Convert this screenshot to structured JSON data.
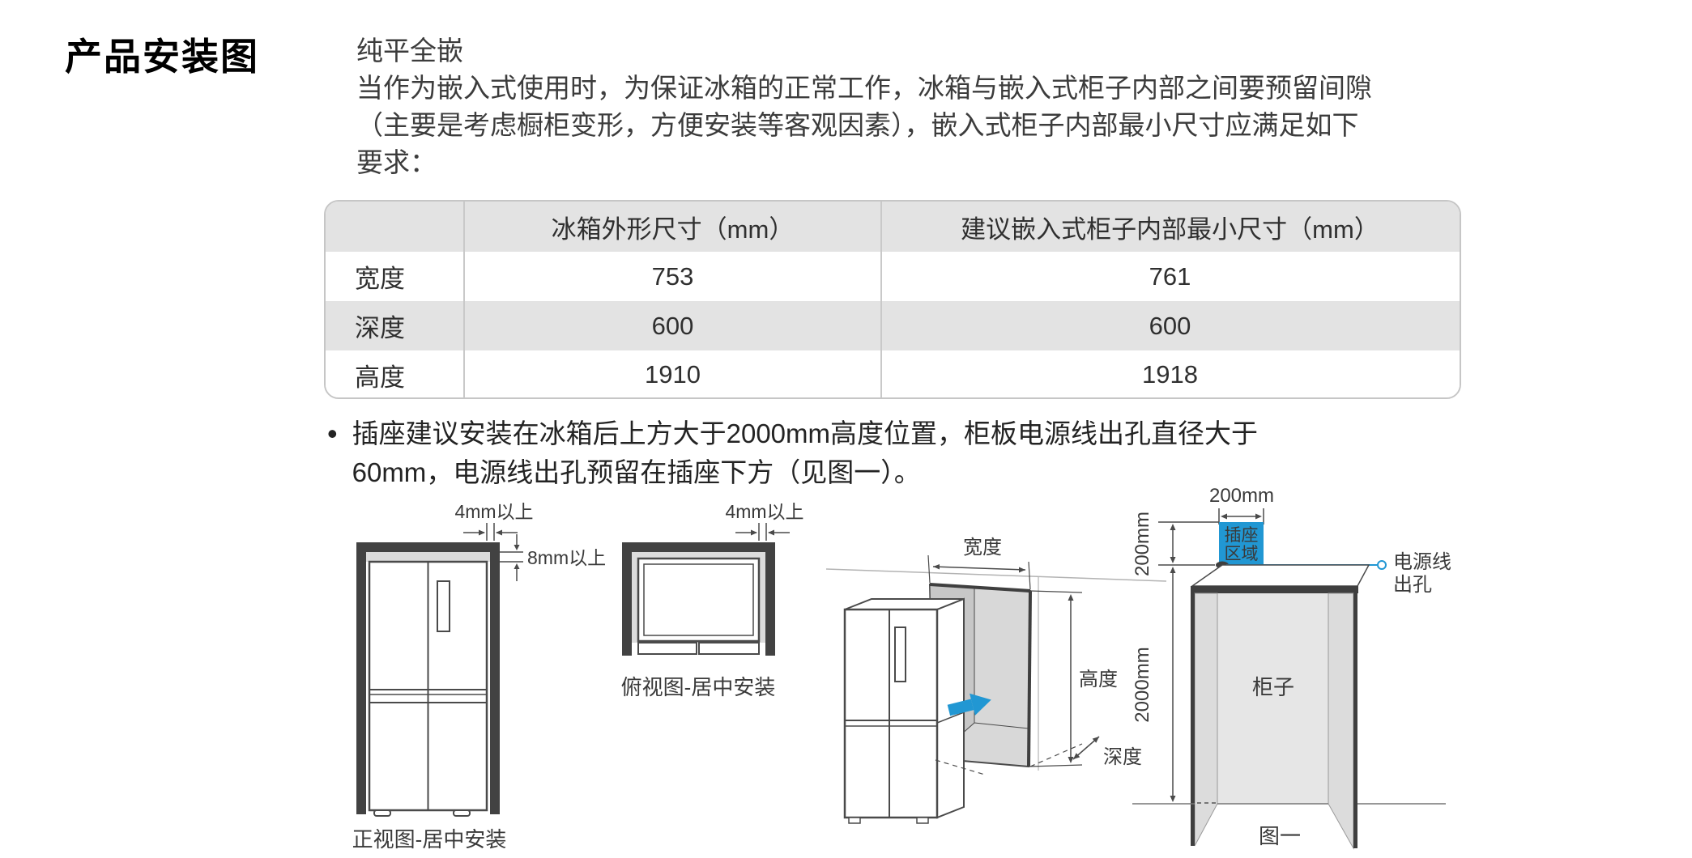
{
  "page": {
    "title": "产品安装图",
    "intro_lines": [
      "纯平全嵌",
      "当作为嵌入式使用时，为保证冰箱的正常工作，冰箱与嵌入式柜子内部之间要预留间隙",
      "（主要是考虑橱柜变形，方便安装等客观因素），嵌入式柜子内部最小尺寸应满足如下",
      "要求："
    ]
  },
  "table": {
    "headers": [
      "",
      "冰箱外形尺寸（mm）",
      "建议嵌入式柜子内部最小尺寸（mm）"
    ],
    "rows": [
      {
        "label": "宽度",
        "fridge": "753",
        "cabinet": "761"
      },
      {
        "label": "深度",
        "fridge": "600",
        "cabinet": "600"
      },
      {
        "label": "高度",
        "fridge": "1910",
        "cabinet": "1918"
      }
    ]
  },
  "bullet": {
    "marker": "•",
    "line1": "插座建议安装在冰箱后上方大于2000mm高度位置，柜板电源线出孔直径大于",
    "line2": "60mm，电源线出孔预留在插座下方（见图一）。"
  },
  "diagrams": {
    "front_view": {
      "caption": "正视图-居中安装",
      "gap_top": "4mm以上",
      "gap_side": "8mm以上"
    },
    "top_view": {
      "caption": "俯视图-居中安装",
      "gap_top": "4mm以上"
    },
    "perspective": {
      "width_label": "宽度",
      "height_label": "高度",
      "depth_label": "深度"
    },
    "figure_one": {
      "caption": "图一",
      "socket_width": "200mm",
      "socket_offset": "200mm",
      "wall_height": "2000mm",
      "socket_area_line1": "插座",
      "socket_area_line2": "区域",
      "cord_hole_line1": "电源线",
      "cord_hole_line2": "出孔",
      "cabinet_label": "柜子"
    }
  },
  "colors": {
    "accent_blue": "#2197d3",
    "cabinet_dark": "#424242",
    "table_gray": "#e3e3e3"
  }
}
